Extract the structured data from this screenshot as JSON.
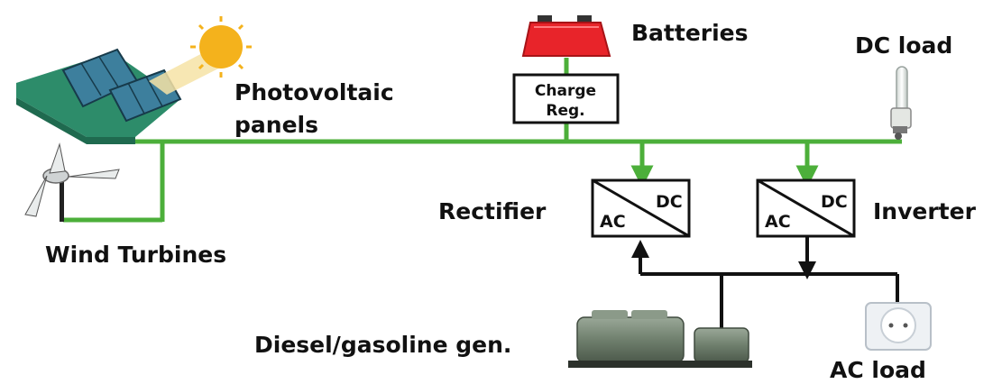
{
  "labels": {
    "photovoltaic_line1": "Photovoltaic",
    "photovoltaic_line2": "panels",
    "batteries": "Batteries",
    "dc_load": "DC load",
    "charge_reg_line1": "Charge",
    "charge_reg_line2": "Reg.",
    "rectifier": "Rectifier",
    "inverter": "Inverter",
    "wind_turbines": "Wind Turbines",
    "diesel_gen": "Diesel/gasoline gen.",
    "ac_load": "AC load"
  },
  "converters": {
    "rectifier": {
      "top_right": "DC",
      "bottom_left": "AC"
    },
    "inverter": {
      "top_right": "DC",
      "bottom_left": "AC"
    }
  },
  "colors": {
    "dc_bus": "#4caf3a",
    "ac_bus": "#111111",
    "battery": "#e8242a",
    "solar_panel": "#2f6f8a",
    "panel_base": "#2d8c6a",
    "sun": "#f4b21c",
    "generator": "#7b8c7a"
  },
  "icons": [
    "solar-panel-icon",
    "sun-icon",
    "battery-icon",
    "light-bulb-icon",
    "wind-turbine-icon",
    "generator-icon",
    "power-socket-icon"
  ]
}
